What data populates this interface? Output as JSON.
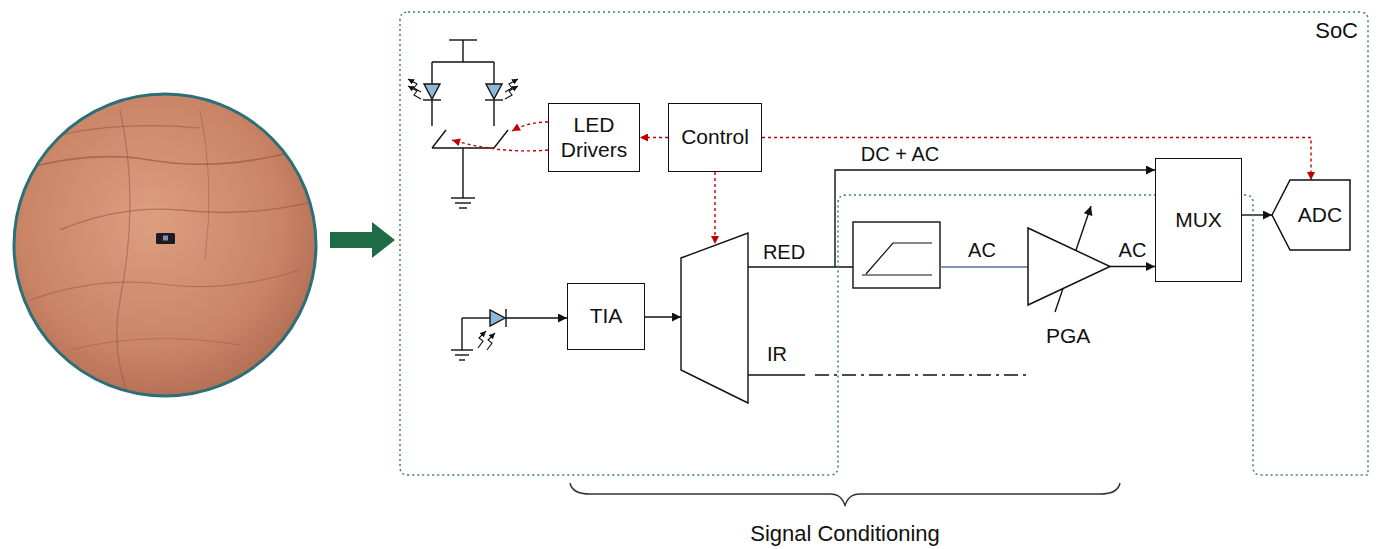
{
  "diagram": {
    "nodes": [
      {
        "text": [
          "SoC"
        ]
      },
      {
        "text": [
          "LED Drivers"
        ],
        "in": 0
      },
      {
        "text": [
          "Control"
        ],
        "in": 0
      },
      {
        "text": [
          "TIA"
        ],
        "in": 0
      },
      {
        "text": [
          "PGA"
        ]
      },
      {
        "text": [
          "MUX"
        ]
      },
      {
        "text": [
          "ADC"
        ],
        "in": 0
      }
    ],
    "edges": [
      {
        "from": 2,
        "to": 1,
        "arrow": "to"
      },
      {
        "from": 2,
        "to": 6,
        "arrow": "to"
      },
      {
        "from": 4,
        "to": 5,
        "label": "AC",
        "arrow": "to"
      },
      {
        "from": 5,
        "to": 6,
        "arrow": "to"
      }
    ],
    "labels": [
      "DC + AC",
      "RED",
      "IR",
      "AC",
      "Signal Conditioning"
    ]
  }
}
